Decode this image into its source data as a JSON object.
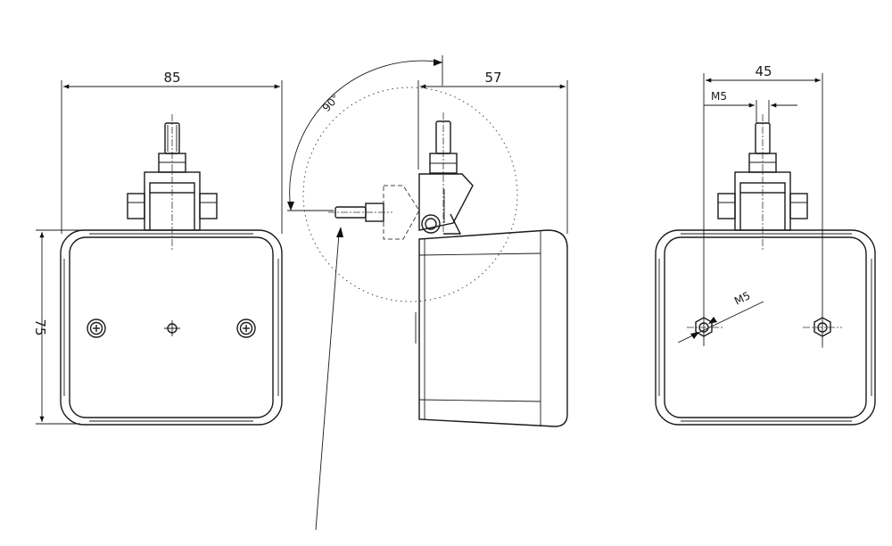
{
  "dimensions": {
    "front_width": "85",
    "front_height": "75",
    "side_depth": "57",
    "angle": "90°",
    "rear_spacing": "45",
    "thread_top": "M5",
    "thread_hole": "M5"
  }
}
